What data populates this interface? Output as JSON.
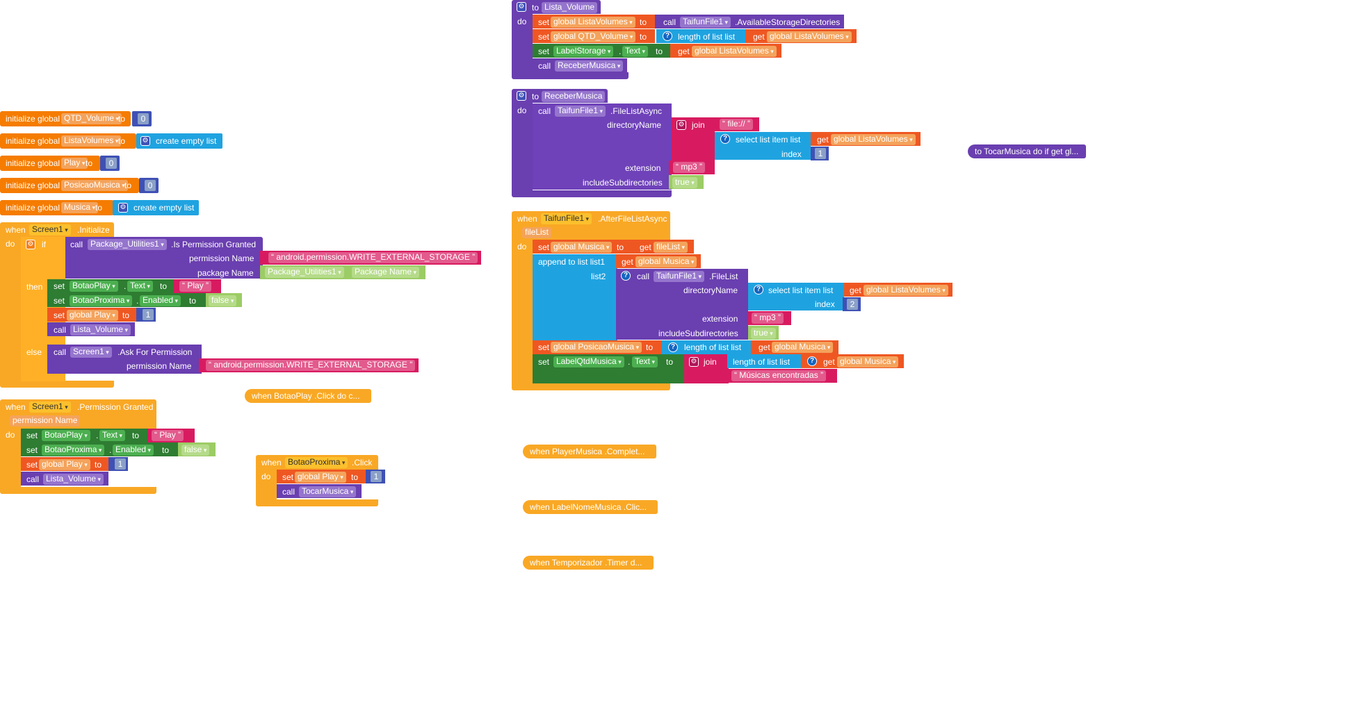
{
  "globals": [
    {
      "kw": "initialize global",
      "name": "QTD_Volume",
      "to": "to",
      "value": "0"
    },
    {
      "kw": "initialize global",
      "name": "ListaVolumes",
      "to": "to",
      "value": "create empty list"
    },
    {
      "kw": "initialize global",
      "name": "Play",
      "to": "to",
      "value": "0"
    },
    {
      "kw": "initialize global",
      "name": "PosicaoMusica",
      "to": "to",
      "value": "0"
    },
    {
      "kw": "initialize global",
      "name": "Musica",
      "to": "to",
      "value": "create empty list"
    }
  ],
  "screen_init": {
    "when": "when",
    "component": "Screen1",
    "event": ".Initialize",
    "do": "do",
    "if": "if",
    "call": "call",
    "pkg": "Package_Utilities1",
    "method": ".Is Permission Granted",
    "perm_label": "permission Name",
    "perm_value": "android.permission.WRITE_EXTERNAL_STORAGE",
    "pkgname_label": "package Name",
    "pkgname_comp": "Package_Utilities1",
    "pkgname_prop": "Package Name",
    "then": "then",
    "else": "else",
    "set": "set",
    "to": "to",
    "btn_play": "BotaoPlay",
    "prop_text": "Text",
    "play_text": "Play",
    "btn_prox": "BotaoProxima",
    "prop_enabled": "Enabled",
    "false": "false",
    "global_play": "global Play",
    "one": "1",
    "proc_lista": "Lista_Volume",
    "screen": "Screen1",
    "ask": ".Ask For Permission",
    "perm_value2": "android.permission.WRITE_EXTERNAL_STORAGE"
  },
  "screen_perm": {
    "when": "when",
    "component": "Screen1",
    "event": ".Permission Granted",
    "param": "permission Name",
    "do": "do",
    "set": "set",
    "to": "to",
    "btn_play": "BotaoPlay",
    "prop_text": "Text",
    "play_text": "Play",
    "btn_prox": "BotaoProxima",
    "prop_enabled": "Enabled",
    "false": "false",
    "global_play": "global Play",
    "one": "1",
    "call": "call",
    "proc_lista": "Lista_Volume"
  },
  "collapsed": {
    "botao_play": "when  BotaoPlay .Click do c...",
    "tocar": "to TocarMusica do if get gl...",
    "player": "when  PlayerMusica .Complet...",
    "label_nome": "when  LabelNomeMusica .Clic...",
    "timer": "when  Temporizador .Timer d..."
  },
  "botao_prox": {
    "when": "when",
    "component": "BotaoProxima",
    "event": ".Click",
    "do": "do",
    "set": "set",
    "global_play": "global Play",
    "to": "to",
    "one": "1",
    "call": "call",
    "proc": "TocarMusica"
  },
  "lista_volume": {
    "to": "to",
    "name": "Lista_Volume",
    "do": "do",
    "set": "set",
    "call": "call",
    "get": "get",
    "g_lista": "global ListaVolumes",
    "g_qtd": "global QTD_Volume",
    "taifun": "TaifunFile1",
    "method": ".AvailableStorageDirectories",
    "length": "length of list  list",
    "label": "LabelStorage",
    "prop_text": "Text",
    "proc": "ReceberMusica"
  },
  "receber": {
    "to": "to",
    "name": "ReceberMusica",
    "do": "do",
    "call": "call",
    "taifun": "TaifunFile1",
    "method": ".FileListAsync",
    "dir": "directoryName",
    "join": "join",
    "file": "file://",
    "select": "select list item  list",
    "get": "get",
    "g_lista": "global ListaVolumes",
    "index": "index",
    "one": "1",
    "ext": "extension",
    "mp3": "mp3",
    "sub": "includeSubdirectories",
    "true": "true"
  },
  "after": {
    "when": "when",
    "component": "TaifunFile1",
    "event": ".AfterFileListAsync",
    "param": "fileList",
    "do": "do",
    "set": "set",
    "to": "to",
    "get": "get",
    "g_musica": "global Musica",
    "filelist": "fileList",
    "append": "append to list  list1",
    "list2": "list2",
    "call": "call",
    "taifun": "TaifunFile1",
    "method": ".FileList",
    "dir": "directoryName",
    "select": "select list item  list",
    "g_lista": "global ListaVolumes",
    "index": "index",
    "two": "2",
    "ext": "extension",
    "mp3": "mp3",
    "sub": "includeSubdirectories",
    "true": "true",
    "g_pos": "global PosicaoMusica",
    "length": "length of list  list",
    "label": "LabelQtdMusica",
    "prop_text": "Text",
    "join": "join",
    "found": "Músicas encontradas"
  }
}
